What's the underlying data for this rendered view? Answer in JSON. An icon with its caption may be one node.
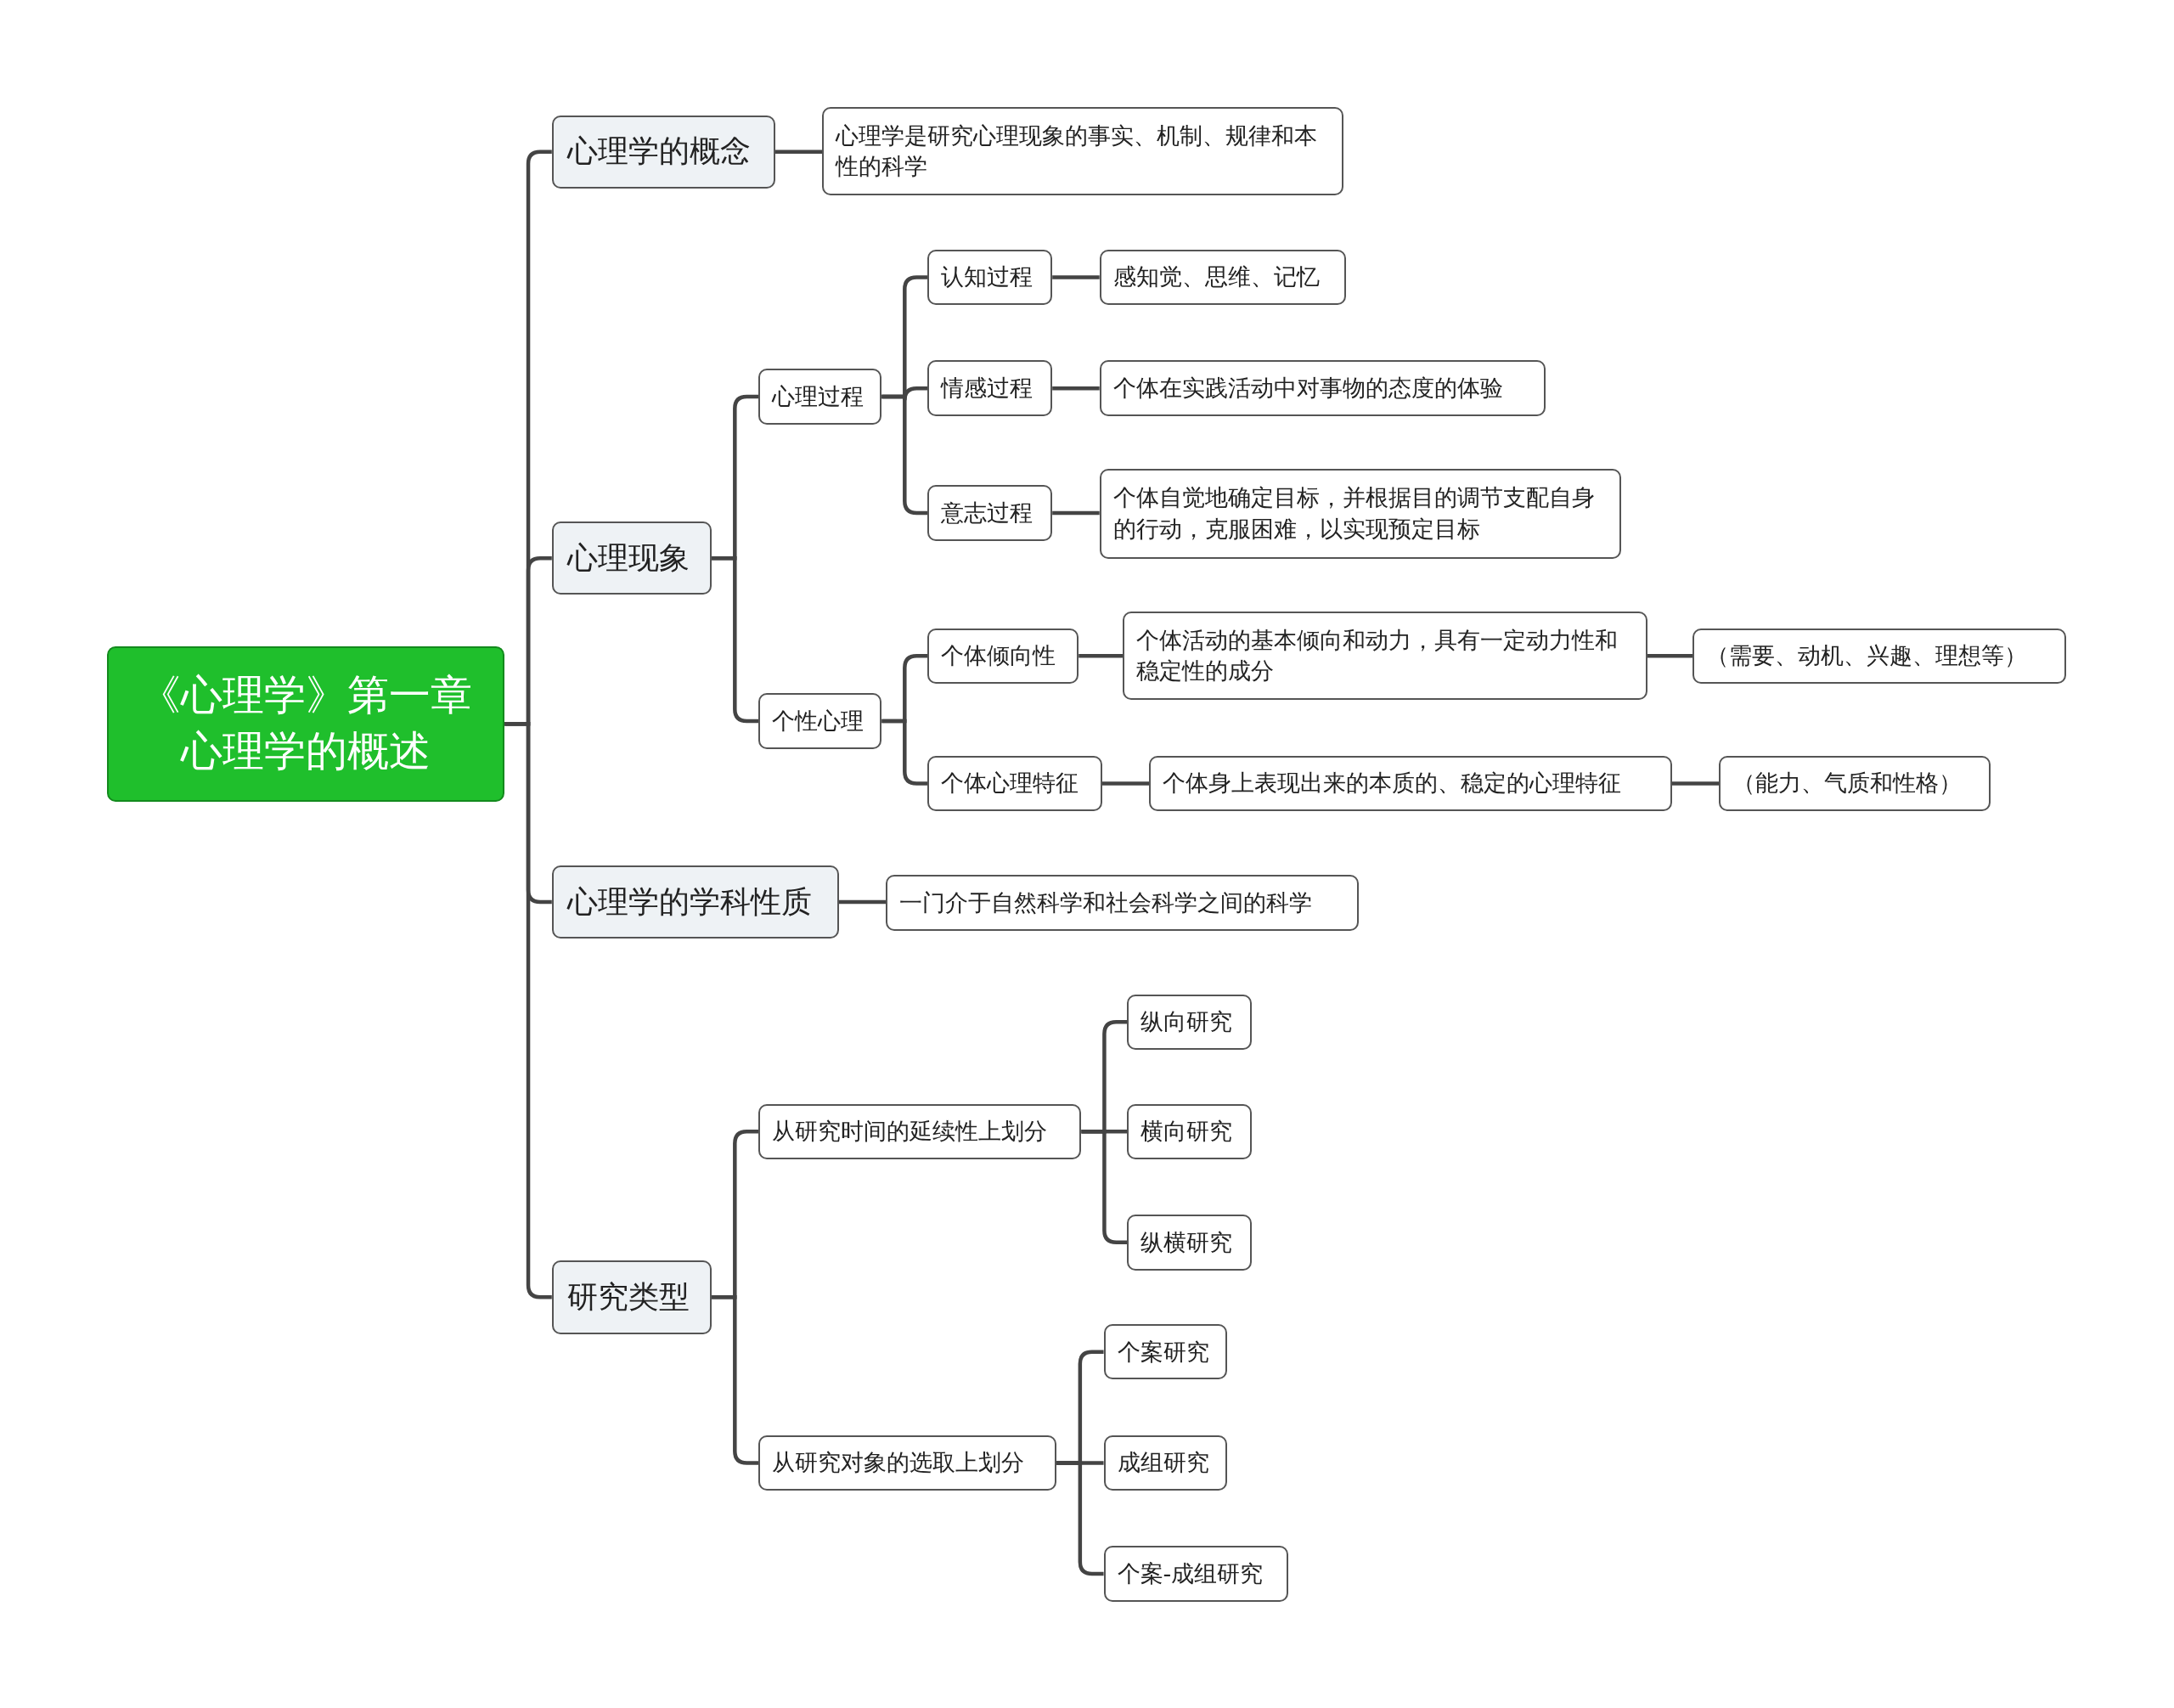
{
  "diagram": {
    "nodes": [
      {
        "text": [
          "《心理学》第一章心理学的概述"
        ]
      },
      {
        "text": [
          "心理学的概念"
        ]
      },
      {
        "text": [
          "心理学是研究心理现象的事实、机制、规律和本性的科学"
        ]
      },
      {
        "text": [
          "心理现象"
        ]
      },
      {
        "text": [
          "心理过程"
        ]
      },
      {
        "text": [
          "认知过程"
        ]
      },
      {
        "text": [
          "感知觉、思维、记忆"
        ]
      },
      {
        "text": [
          "情感过程"
        ]
      },
      {
        "text": [
          "个体在实践活动中对事物的态度的体验"
        ]
      },
      {
        "text": [
          "意志过程"
        ]
      },
      {
        "text": [
          "个体自觉地确定目标，并根据目的调节支配自身的行动，克服困难，以实现预定目标"
        ]
      },
      {
        "text": [
          "个性心理"
        ]
      },
      {
        "text": [
          "个体倾向性"
        ]
      },
      {
        "text": [
          "个体活动的基本倾向和动力，具有一定动力性和稳定性的成分"
        ]
      },
      {
        "text": [
          "（需要、动机、兴趣、理想等）"
        ]
      },
      {
        "text": [
          "个体心理特征"
        ]
      },
      {
        "text": [
          "个体身上表现出来的本质的、稳定的心理特征"
        ]
      },
      {
        "text": [
          "（能力、气质和性格）"
        ]
      },
      {
        "text": [
          "心理学的学科性质"
        ]
      },
      {
        "text": [
          "一门介于自然科学和社会科学之间的科学"
        ]
      },
      {
        "text": [
          "研究类型"
        ]
      },
      {
        "text": [
          "从研究时间的延续性上划分"
        ]
      },
      {
        "text": [
          "纵向研究"
        ]
      },
      {
        "text": [
          "横向研究"
        ]
      },
      {
        "text": [
          "纵横研究"
        ]
      },
      {
        "text": [
          "从研究对象的选取上划分"
        ]
      },
      {
        "text": [
          "个案研究"
        ]
      },
      {
        "text": [
          "成组研究"
        ]
      },
      {
        "text": [
          "个案-成组研究"
        ]
      }
    ],
    "edges": [
      {
        "from": 0,
        "to": 1,
        "arrow": "none"
      },
      {
        "from": 1,
        "to": 2,
        "arrow": "none"
      },
      {
        "from": 0,
        "to": 3,
        "arrow": "none"
      },
      {
        "from": 3,
        "to": 4,
        "arrow": "none"
      },
      {
        "from": 4,
        "to": 5,
        "arrow": "none"
      },
      {
        "from": 5,
        "to": 6,
        "arrow": "none"
      },
      {
        "from": 4,
        "to": 7,
        "arrow": "none"
      },
      {
        "from": 7,
        "to": 8,
        "arrow": "none"
      },
      {
        "from": 4,
        "to": 9,
        "arrow": "none"
      },
      {
        "from": 9,
        "to": 10,
        "arrow": "none"
      },
      {
        "from": 3,
        "to": 11,
        "arrow": "none"
      },
      {
        "from": 11,
        "to": 12,
        "arrow": "none"
      },
      {
        "from": 12,
        "to": 13,
        "arrow": "none"
      },
      {
        "from": 13,
        "to": 14,
        "arrow": "none"
      },
      {
        "from": 11,
        "to": 15,
        "arrow": "none"
      },
      {
        "from": 15,
        "to": 16,
        "arrow": "none"
      },
      {
        "from": 16,
        "to": 17,
        "arrow": "none"
      },
      {
        "from": 0,
        "to": 18,
        "arrow": "none"
      },
      {
        "from": 18,
        "to": 19,
        "arrow": "none"
      },
      {
        "from": 0,
        "to": 20,
        "arrow": "none"
      },
      {
        "from": 20,
        "to": 21,
        "arrow": "none"
      },
      {
        "from": 21,
        "to": 22,
        "arrow": "none"
      },
      {
        "from": 21,
        "to": 23,
        "arrow": "none"
      },
      {
        "from": 21,
        "to": 24,
        "arrow": "none"
      },
      {
        "from": 20,
        "to": 25,
        "arrow": "none"
      },
      {
        "from": 25,
        "to": 26,
        "arrow": "none"
      },
      {
        "from": 25,
        "to": 27,
        "arrow": "none"
      },
      {
        "from": 25,
        "to": 28,
        "arrow": "none"
      }
    ]
  }
}
